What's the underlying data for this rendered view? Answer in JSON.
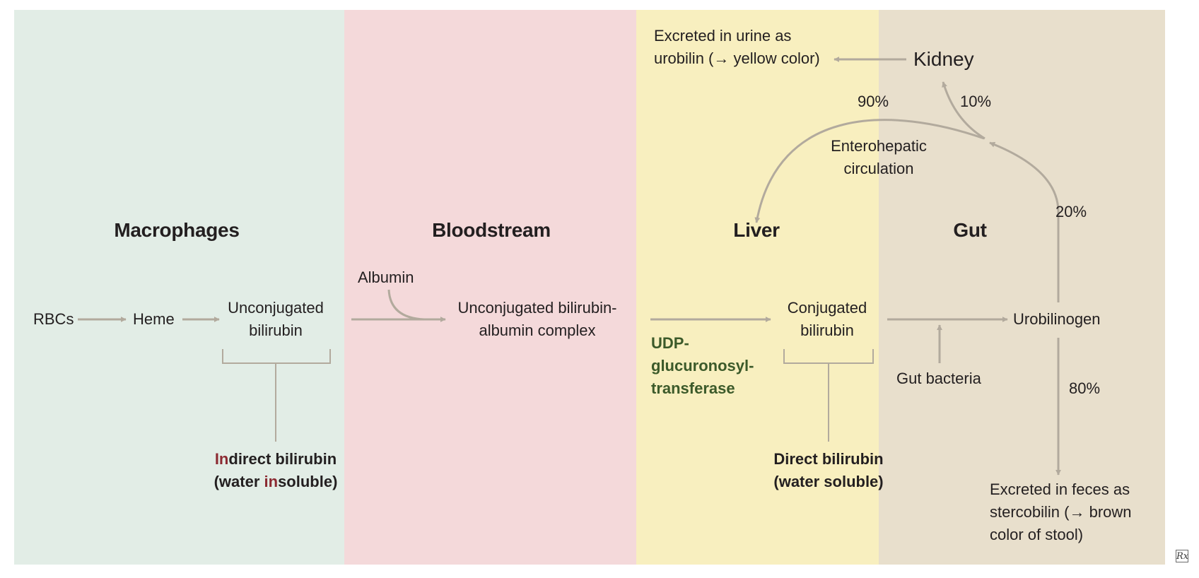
{
  "colors": {
    "macrophages_bg": "#e2ede6",
    "bloodstream_bg": "#f4d9da",
    "liver_bg": "#f8efbf",
    "gut_bg": "#e8dfcc",
    "arrow": "#b2aa9d",
    "enzyme": "#3c5a2a",
    "highlight": "#8c2a32"
  },
  "panels": {
    "macrophages": "Macrophages",
    "bloodstream": "Bloodstream",
    "liver": "Liver",
    "gut": "Gut"
  },
  "labels": {
    "rbcs": "RBCs",
    "heme": "Heme",
    "unconj_line1": "Unconjugated",
    "unconj_line2": "bilirubin",
    "albumin": "Albumin",
    "complex_line1": "Unconjugated bilirubin-",
    "complex_line2": "albumin complex",
    "enzyme_line1": "UDP-",
    "enzyme_line2": "glucuronosyl-",
    "enzyme_line3": "transferase",
    "conj_line1": "Conjugated",
    "conj_line2": "bilirubin",
    "gut_bacteria": "Gut bacteria",
    "urobilinogen": "Urobilinogen",
    "kidney": "Kidney",
    "urine_line1": "Excreted in urine as",
    "urine_line2": "urobilin (→ yellow color)",
    "entero_line1": "Enterohepatic",
    "entero_line2": "circulation",
    "pct_90": "90%",
    "pct_10": "10%",
    "pct_20": "20%",
    "pct_80": "80%",
    "feces_line1": "Excreted in feces as",
    "feces_line2": "stercobilin (→ brown",
    "feces_line3": "color of stool)",
    "indirect_prefix": "In",
    "indirect_rest": "direct bilirubin",
    "indirect_line2_a": "(water ",
    "indirect_line2_b": "in",
    "indirect_line2_c": "soluble)",
    "direct_line1": "Direct bilirubin",
    "direct_line2": "(water soluble)",
    "logo": "Rx"
  }
}
